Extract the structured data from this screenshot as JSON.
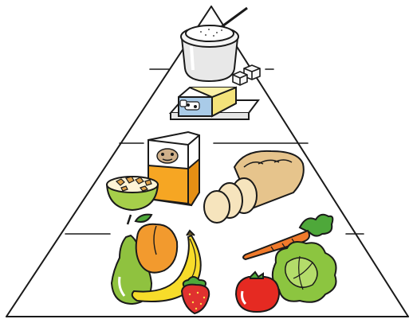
{
  "figure": {
    "type": "food-pyramid-illustration",
    "tiers": [
      {
        "level": 1,
        "position": "top",
        "items": [
          "sugar-bowl",
          "sugar-cubes"
        ]
      },
      {
        "level": 2,
        "position": "upper-middle",
        "items": [
          "butter-dish"
        ]
      },
      {
        "level": 3,
        "position": "lower-middle",
        "items": [
          "juice-carton",
          "cereal-bowl",
          "bread-loaf"
        ]
      },
      {
        "level": 4,
        "position": "bottom",
        "items": [
          "pear",
          "peach",
          "banana",
          "strawberry",
          "carrot",
          "lettuce",
          "tomato"
        ]
      }
    ],
    "colors": {
      "outline": "#1a1a1a",
      "sugar_bowl": "#e8e8e8",
      "butter": "#f3e27a",
      "butter_dish_blue": "#a9cbe8",
      "juice": "#f6a623",
      "cereal_bowl": "#a6cf4a",
      "bread": "#e6c48c",
      "pear": "#8fc23f",
      "peach": "#f29a2e",
      "banana": "#f7dc2a",
      "strawberry": "#e0312f",
      "carrot": "#f07a2b",
      "lettuce": "#8cc540",
      "tomato": "#e52a22"
    }
  }
}
